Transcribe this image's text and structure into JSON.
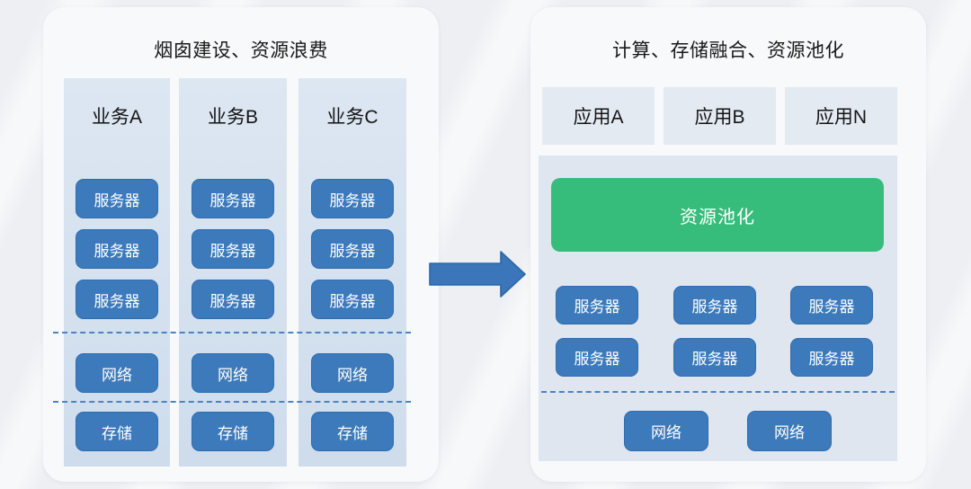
{
  "left_panel": {
    "title": "烟囱建设、资源浪费",
    "columns": [
      {
        "label": "业务A"
      },
      {
        "label": "业务B"
      },
      {
        "label": "业务C"
      }
    ],
    "labels": {
      "server": "服务器",
      "network": "网络",
      "storage": "存储"
    }
  },
  "arrow": {
    "icon": "right-block-arrow",
    "direction": "right"
  },
  "right_panel": {
    "title": "计算、存储融合、资源池化",
    "apps": [
      {
        "label": "应用A"
      },
      {
        "label": "应用B"
      },
      {
        "label": "应用N"
      }
    ],
    "pool": {
      "label": "资源池化"
    },
    "labels": {
      "server": "服务器",
      "network": "网络"
    }
  },
  "colors": {
    "button_blue": "#3c7abc",
    "button_blue_border": "#2f6cae",
    "pool_green": "#37bd7b",
    "column_bg_top": "#dde7f2",
    "column_bg_bottom": "#cedcec",
    "app_box_bg": "#e4eaf2",
    "pool_container_bg": "#dfe6f0",
    "dashed_line_blue": "#4c83c3",
    "arrow_blue": "#3b76ba",
    "panel_bg": "#f8f9fa",
    "page_bg": "#edeff2",
    "text_dark": "#191919",
    "text_white": "#ffffff"
  }
}
